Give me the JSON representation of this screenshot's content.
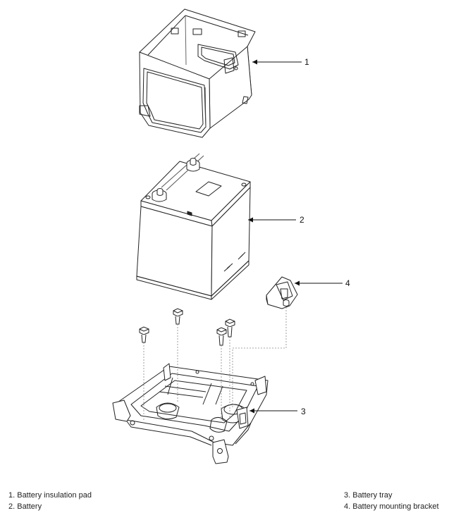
{
  "callouts": [
    "1",
    "2",
    "3",
    "4"
  ],
  "legend": {
    "left": [
      "1. Battery insulation pad",
      "2. Battery"
    ],
    "right": [
      "3. Battery tray",
      "4. Battery mounting bracket"
    ]
  },
  "colors": {
    "line": "#222222",
    "fill": "#ffffff",
    "leader": "#888888"
  }
}
